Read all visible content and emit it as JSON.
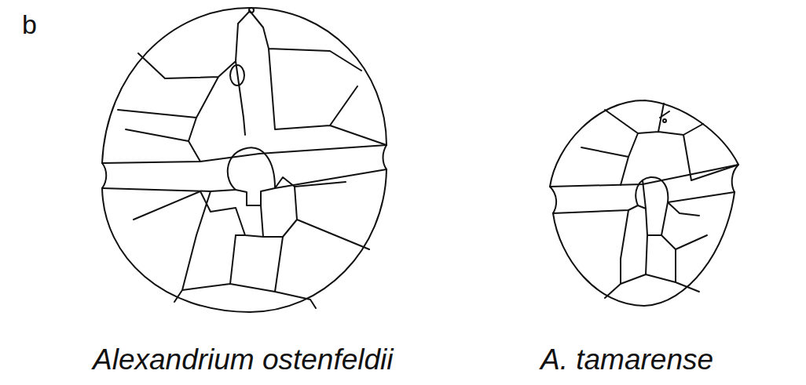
{
  "diagram": {
    "labels": [
      "b",
      "Alexandrium ostenfeldii",
      "A. tamarense"
    ]
  }
}
